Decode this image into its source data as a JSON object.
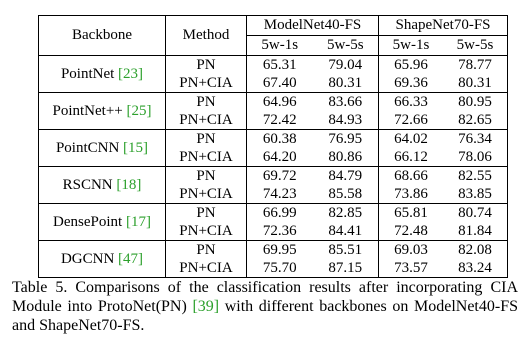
{
  "table": {
    "headers": {
      "backbone": "Backbone",
      "method": "Method",
      "dataset1": "ModelNet40-FS",
      "dataset2": "ShapeNet70-FS",
      "sub": [
        "5w-1s",
        "5w-5s",
        "5w-1s",
        "5w-5s"
      ]
    },
    "rows": [
      {
        "backbone": "PointNet",
        "cite": "[23]",
        "pn_label": "PN",
        "cia_label": "PN+CIA",
        "pn": [
          "65.31",
          "79.04",
          "65.96",
          "78.77"
        ],
        "cia": [
          "67.40",
          "80.31",
          "69.36",
          "80.31"
        ]
      },
      {
        "backbone": "PointNet++",
        "cite": "[25]",
        "pn_label": "PN",
        "cia_label": "PN+CIA",
        "pn": [
          "64.96",
          "83.66",
          "66.33",
          "80.95"
        ],
        "cia": [
          "72.42",
          "84.93",
          "72.66",
          "82.65"
        ]
      },
      {
        "backbone": "PointCNN",
        "cite": "[15]",
        "pn_label": "PN",
        "cia_label": "PN+CIA",
        "pn": [
          "60.38",
          "76.95",
          "64.02",
          "76.34"
        ],
        "cia": [
          "64.20",
          "80.86",
          "66.12",
          "78.06"
        ]
      },
      {
        "backbone": "RSCNN",
        "cite": "[18]",
        "pn_label": "PN",
        "cia_label": "PN+CIA",
        "pn": [
          "69.72",
          "84.79",
          "68.66",
          "82.55"
        ],
        "cia": [
          "74.23",
          "85.58",
          "73.86",
          "83.85"
        ]
      },
      {
        "backbone": "DensePoint",
        "cite": "[17]",
        "pn_label": "PN",
        "cia_label": "PN+CIA",
        "pn": [
          "66.99",
          "82.85",
          "65.81",
          "80.74"
        ],
        "cia": [
          "72.36",
          "84.41",
          "72.48",
          "81.84"
        ]
      },
      {
        "backbone": "DGCNN",
        "cite": "[47]",
        "pn_label": "PN",
        "cia_label": "PN+CIA",
        "pn": [
          "69.95",
          "85.51",
          "69.03",
          "82.08"
        ],
        "cia": [
          "75.70",
          "87.15",
          "73.57",
          "83.24"
        ]
      }
    ]
  },
  "caption": {
    "part1": "Table 5. Comparisons of the classification results after incorporating CIA Module into ProtoNet(PN) ",
    "cite": "[39]",
    "part2": " with different backbones on ModelNet40-FS and ShapeNet70-FS."
  },
  "colors": {
    "citation": "#2ca02c",
    "text": "#000000"
  }
}
